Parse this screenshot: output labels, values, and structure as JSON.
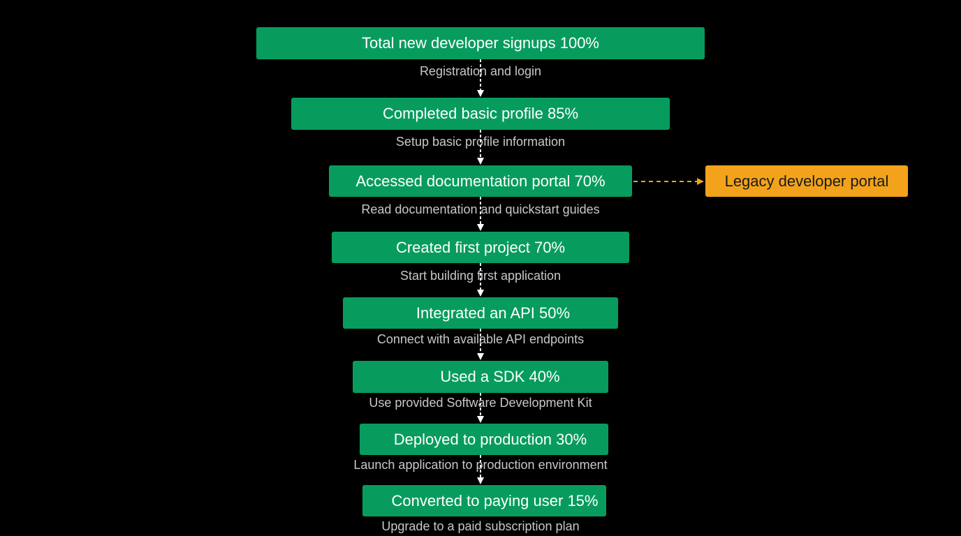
{
  "funnel": {
    "stages": [
      {
        "label": "Total new developer signups 100%",
        "value": 100,
        "description": "Registration and login"
      },
      {
        "label": "Completed basic profile  85%",
        "value": 85,
        "description": "Setup basic profile information"
      },
      {
        "label": "Accessed documentation portal  70%",
        "value": 70,
        "description": "Read documentation and quickstart guides"
      },
      {
        "label": "Created first project 70%",
        "value": 70,
        "description": "Start building first application"
      },
      {
        "label": "Integrated an API 50%",
        "value": 50,
        "description": "Connect with available API endpoints"
      },
      {
        "label": "Used a SDK 40%",
        "value": 40,
        "description": "Use provided Software Development Kit"
      },
      {
        "label": "Deployed to production 30%",
        "value": 30,
        "description": "Launch application to production environment"
      },
      {
        "label": "Converted to paying user 15%",
        "value": 15,
        "description": "Upgrade to a paid subscription plan"
      }
    ],
    "side_node": {
      "label": "Legacy developer portal"
    }
  },
  "colors": {
    "background": "#000000",
    "stage_fill": "#079c5e",
    "stage_text": "#ffffff",
    "description_text": "#c8c8c8",
    "side_fill": "#f2a31b",
    "side_text": "#1a1a1a",
    "connector": "#ffffff",
    "dashed_connector": "#f2a31b"
  }
}
